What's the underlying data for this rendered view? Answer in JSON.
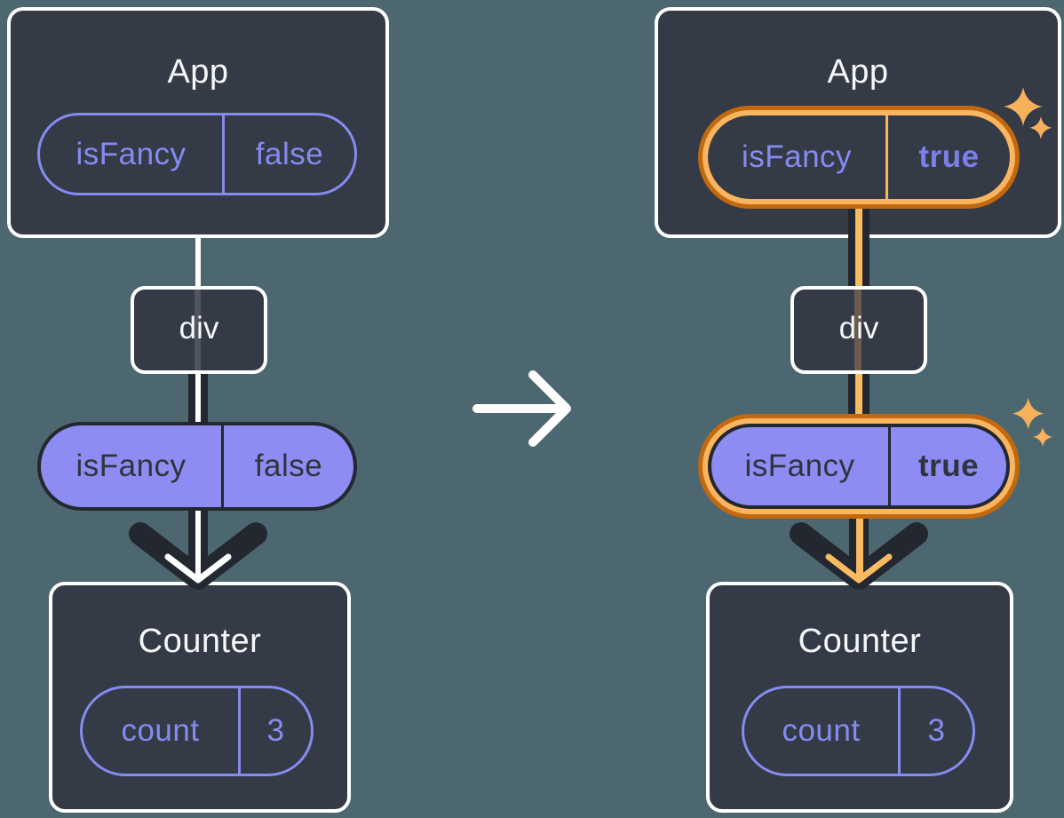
{
  "diagram_title": "prop passing before and after state change",
  "transition": {
    "icon": "right-arrow-icon"
  },
  "colors": {
    "background": "#4D6770",
    "card_bg": "#343A46",
    "card_border": "#FFFFFF",
    "purple": "#858CF0",
    "purple_fill": "#8C8CF2",
    "purple_bold_value": "#7B80E8",
    "dark": "#23272F",
    "dark_text_on_fill": "#2F343D",
    "orange_ring_light": "#F9B55F",
    "orange_ring_dark": "#C2690F",
    "orange_line": "#FABC63",
    "sparkle": "#F5B15C"
  },
  "before": {
    "app": {
      "title": "App",
      "prop": {
        "name": "isFancy",
        "value": "false"
      }
    },
    "div": {
      "label": "div"
    },
    "passed_prop": {
      "name": "isFancy",
      "value": "false"
    },
    "counter": {
      "title": "Counter",
      "state": {
        "name": "count",
        "value": "3"
      }
    }
  },
  "after": {
    "app": {
      "title": "App",
      "prop": {
        "name": "isFancy",
        "value": "true"
      }
    },
    "div": {
      "label": "div"
    },
    "passed_prop": {
      "name": "isFancy",
      "value": "true"
    },
    "counter": {
      "title": "Counter",
      "state": {
        "name": "count",
        "value": "3"
      }
    }
  }
}
